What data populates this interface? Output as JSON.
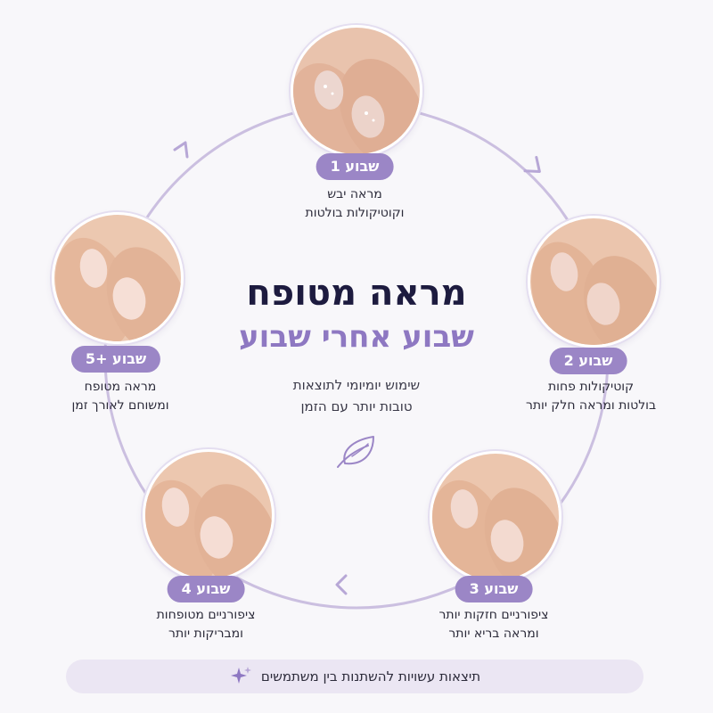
{
  "title": "מראה מטופח",
  "subtitle": "שבוע אחרי שבוע",
  "center_text": [
    "שימוש יומיומי לתוצאות",
    "טובות יותר עם הזמן"
  ],
  "steps": [
    {
      "badge": "שבוע 1",
      "lines": [
        "מראה יבש",
        "וקוטיקולות בולטות"
      ]
    },
    {
      "badge": "שבוע 2",
      "lines": [
        "קוטיקולות פחות",
        "בולטות ומראה חלק יותר"
      ]
    },
    {
      "badge": "שבוע 3",
      "lines": [
        "ציפורניים חזקות יותר",
        "ומראה בריא יותר"
      ]
    },
    {
      "badge": "שבוע 4",
      "lines": [
        "ציפורניים מטופחות",
        "ומבריקות יותר"
      ]
    },
    {
      "badge": "שבוע +5",
      "lines": [
        "מראה מטופח",
        "ומשוחם לאורך זמן"
      ]
    }
  ],
  "footer": "תיצאות עשויות להשתנות בין משתמשים",
  "colors": {
    "accent": "#9b86c6",
    "title": "#1d1b3f",
    "subtitle": "#8e78c2",
    "footer_bg": "#ebe6f3"
  },
  "icons": {
    "center": "leaf-icon",
    "footer": "sparkle-icon"
  }
}
